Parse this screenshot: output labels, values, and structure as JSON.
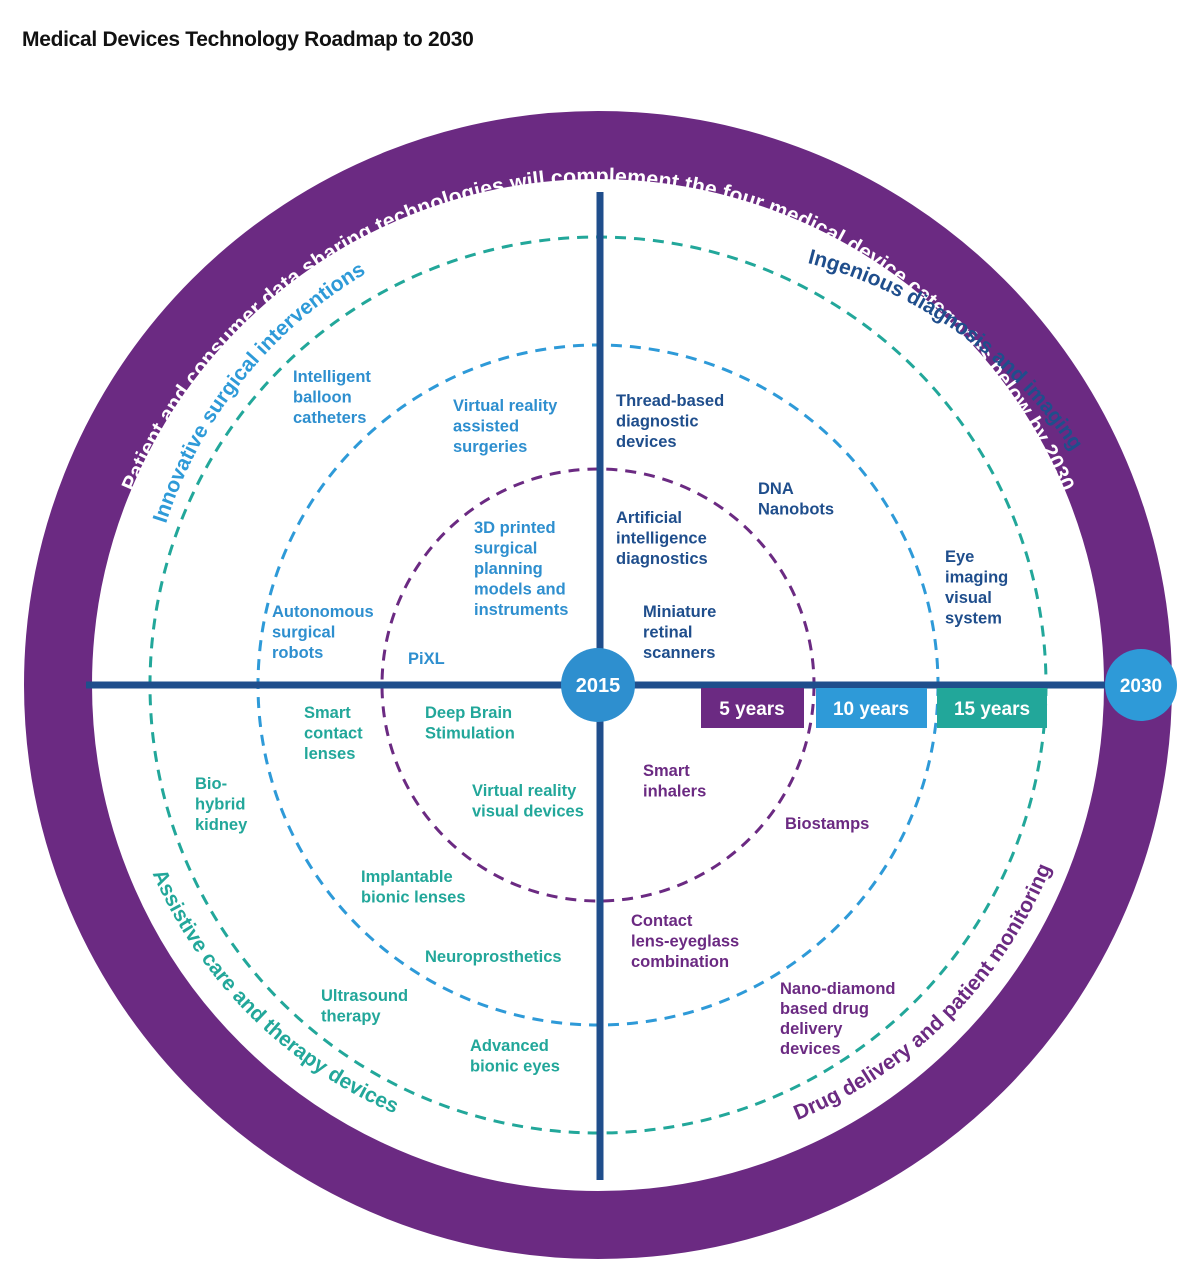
{
  "title": "Medical Devices Technology Roadmap to 2030",
  "outer_ring_text": "Patient and consumer data sharing technologies will complement the four medical device categories below by 2030",
  "center_label": "2015",
  "end_label": "2030",
  "horizons": [
    {
      "label": "5 years",
      "color": "#6b2a82"
    },
    {
      "label": "10 years",
      "color": "#2e9ad8"
    },
    {
      "label": "15 years",
      "color": "#22a79a"
    }
  ],
  "categories": {
    "top_left": "Innovative surgical interventions",
    "top_right": "Ingenious diagnosis and imaging",
    "bottom_left": "Assistive care and therapy devices",
    "bottom_right": "Drug delivery and patient monitoring"
  },
  "colors": {
    "ring": "#6b2a82",
    "axis": "#1f4e8c",
    "center": "#2e8fcf",
    "ring_5": "#6b2a82",
    "ring_10": "#2e9ad8",
    "ring_15": "#22a79a"
  },
  "technologies": {
    "top_left": [
      [
        "Intelligent",
        "balloon",
        "catheters"
      ],
      [
        "Virtual reality",
        "assisted",
        "surgeries"
      ],
      [
        "3D printed",
        "surgical",
        "planning",
        "models and",
        "instruments"
      ],
      [
        "Autonomous",
        "surgical",
        "robots"
      ],
      [
        "PiXL"
      ]
    ],
    "top_right": [
      [
        "Thread-based",
        "diagnostic",
        "devices"
      ],
      [
        "DNA",
        "Nanobots"
      ],
      [
        "Artificial",
        "intelligence",
        "diagnostics"
      ],
      [
        "Eye",
        "imaging",
        "visual",
        "system"
      ],
      [
        "Miniature",
        "retinal",
        "scanners"
      ]
    ],
    "bottom_left": [
      [
        "Smart",
        "contact",
        "lenses"
      ],
      [
        "Deep Brain",
        "Stimulation"
      ],
      [
        "Bio-",
        "hybrid",
        "kidney"
      ],
      [
        "Virtual reality",
        "visual devices"
      ],
      [
        "Implantable",
        "bionic lenses"
      ],
      [
        "Neuroprosthetics"
      ],
      [
        "Ultrasound",
        "therapy"
      ],
      [
        "Advanced",
        "bionic eyes"
      ]
    ],
    "bottom_right": [
      [
        "Smart",
        "inhalers"
      ],
      [
        "Biostamps"
      ],
      [
        "Contact",
        "lens-eyeglass",
        "combination"
      ],
      [
        "Nano-diamond",
        "based drug",
        "delivery",
        "devices"
      ]
    ]
  }
}
